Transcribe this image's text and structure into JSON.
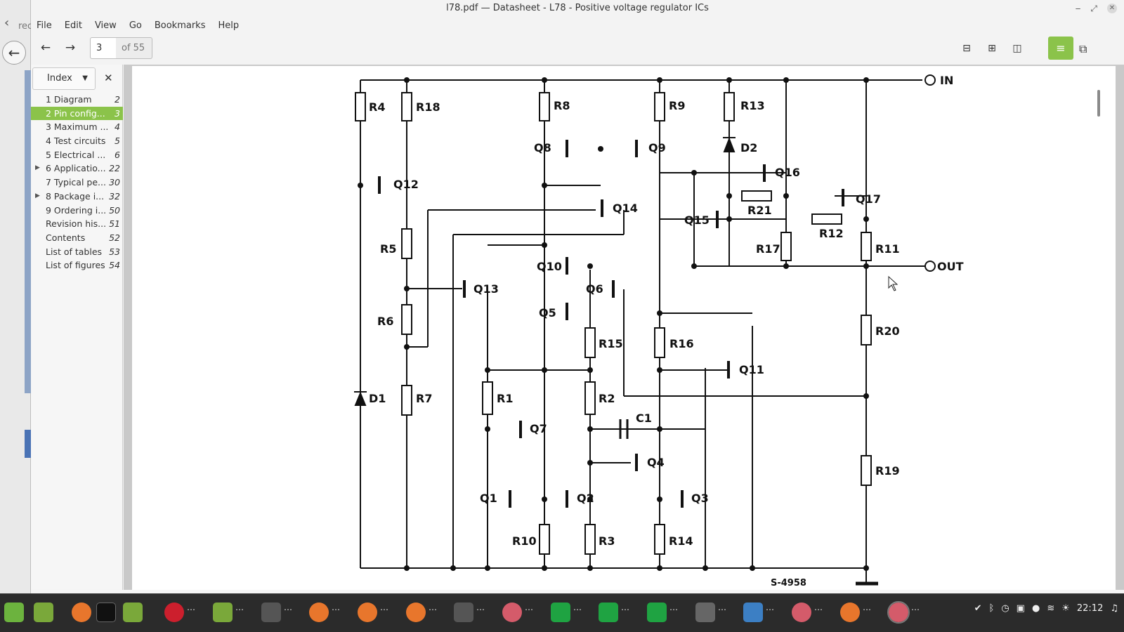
{
  "window": {
    "title": "l78.pdf — Datasheet - L78 - Positive voltage regulator ICs"
  },
  "background_window": {
    "fragment_text": "rec"
  },
  "menu": [
    "File",
    "Edit",
    "View",
    "Go",
    "Bookmarks",
    "Help"
  ],
  "toolbar": {
    "page_current": "3",
    "page_total": "of 55"
  },
  "sidebar": {
    "selector_label": "Index",
    "items": [
      {
        "label": "1 Diagram",
        "page": "2",
        "expandable": false,
        "selected": false
      },
      {
        "label": "2 Pin config...",
        "page": "3",
        "expandable": false,
        "selected": true
      },
      {
        "label": "3 Maximum ...",
        "page": "4",
        "expandable": false,
        "selected": false
      },
      {
        "label": "4 Test circuits",
        "page": "5",
        "expandable": false,
        "selected": false
      },
      {
        "label": "5 Electrical ...",
        "page": "6",
        "expandable": false,
        "selected": false
      },
      {
        "label": "6 Applicatio...",
        "page": "22",
        "expandable": true,
        "selected": false
      },
      {
        "label": "7 Typical pe...",
        "page": "30",
        "expandable": false,
        "selected": false
      },
      {
        "label": "8 Package i...",
        "page": "32",
        "expandable": true,
        "selected": false
      },
      {
        "label": "9 Ordering i...",
        "page": "50",
        "expandable": false,
        "selected": false
      },
      {
        "label": "Revision his...",
        "page": "51",
        "expandable": false,
        "selected": false
      },
      {
        "label": "Contents",
        "page": "52",
        "expandable": false,
        "selected": false
      },
      {
        "label": "List of tables",
        "page": "53",
        "expandable": false,
        "selected": false
      },
      {
        "label": "List of figures",
        "page": "54",
        "expandable": false,
        "selected": false
      }
    ]
  },
  "schematic": {
    "labels": {
      "in": "IN",
      "out": "OUT",
      "code": "S-4958",
      "R4": "R4",
      "R18": "R18",
      "R8": "R8",
      "R9": "R9",
      "R13": "R13",
      "R5": "R5",
      "R6": "R6",
      "R7": "R7",
      "R1": "R1",
      "R2": "R2",
      "R10": "R10",
      "R3": "R3",
      "R14": "R14",
      "R15": "R15",
      "R16": "R16",
      "R17": "R17",
      "R21": "R21",
      "R12": "R12",
      "R11": "R11",
      "R20": "R20",
      "R19": "R19",
      "C1": "C1",
      "D1": "D1",
      "D2": "D2",
      "Q1": "Q1",
      "Q2": "Q2",
      "Q3": "Q3",
      "Q4": "Q4",
      "Q5": "Q5",
      "Q6": "Q6",
      "Q7": "Q7",
      "Q8": "Q8",
      "Q9": "Q9",
      "Q10": "Q10",
      "Q11": "Q11",
      "Q12": "Q12",
      "Q13": "Q13",
      "Q14": "Q14",
      "Q15": "Q15",
      "Q16": "Q16",
      "Q17": "Q17"
    }
  },
  "taskbar": {
    "clock": "22:12"
  },
  "colors": {
    "accent": "#8bc34a",
    "taskbar": "#2b2b2b"
  }
}
